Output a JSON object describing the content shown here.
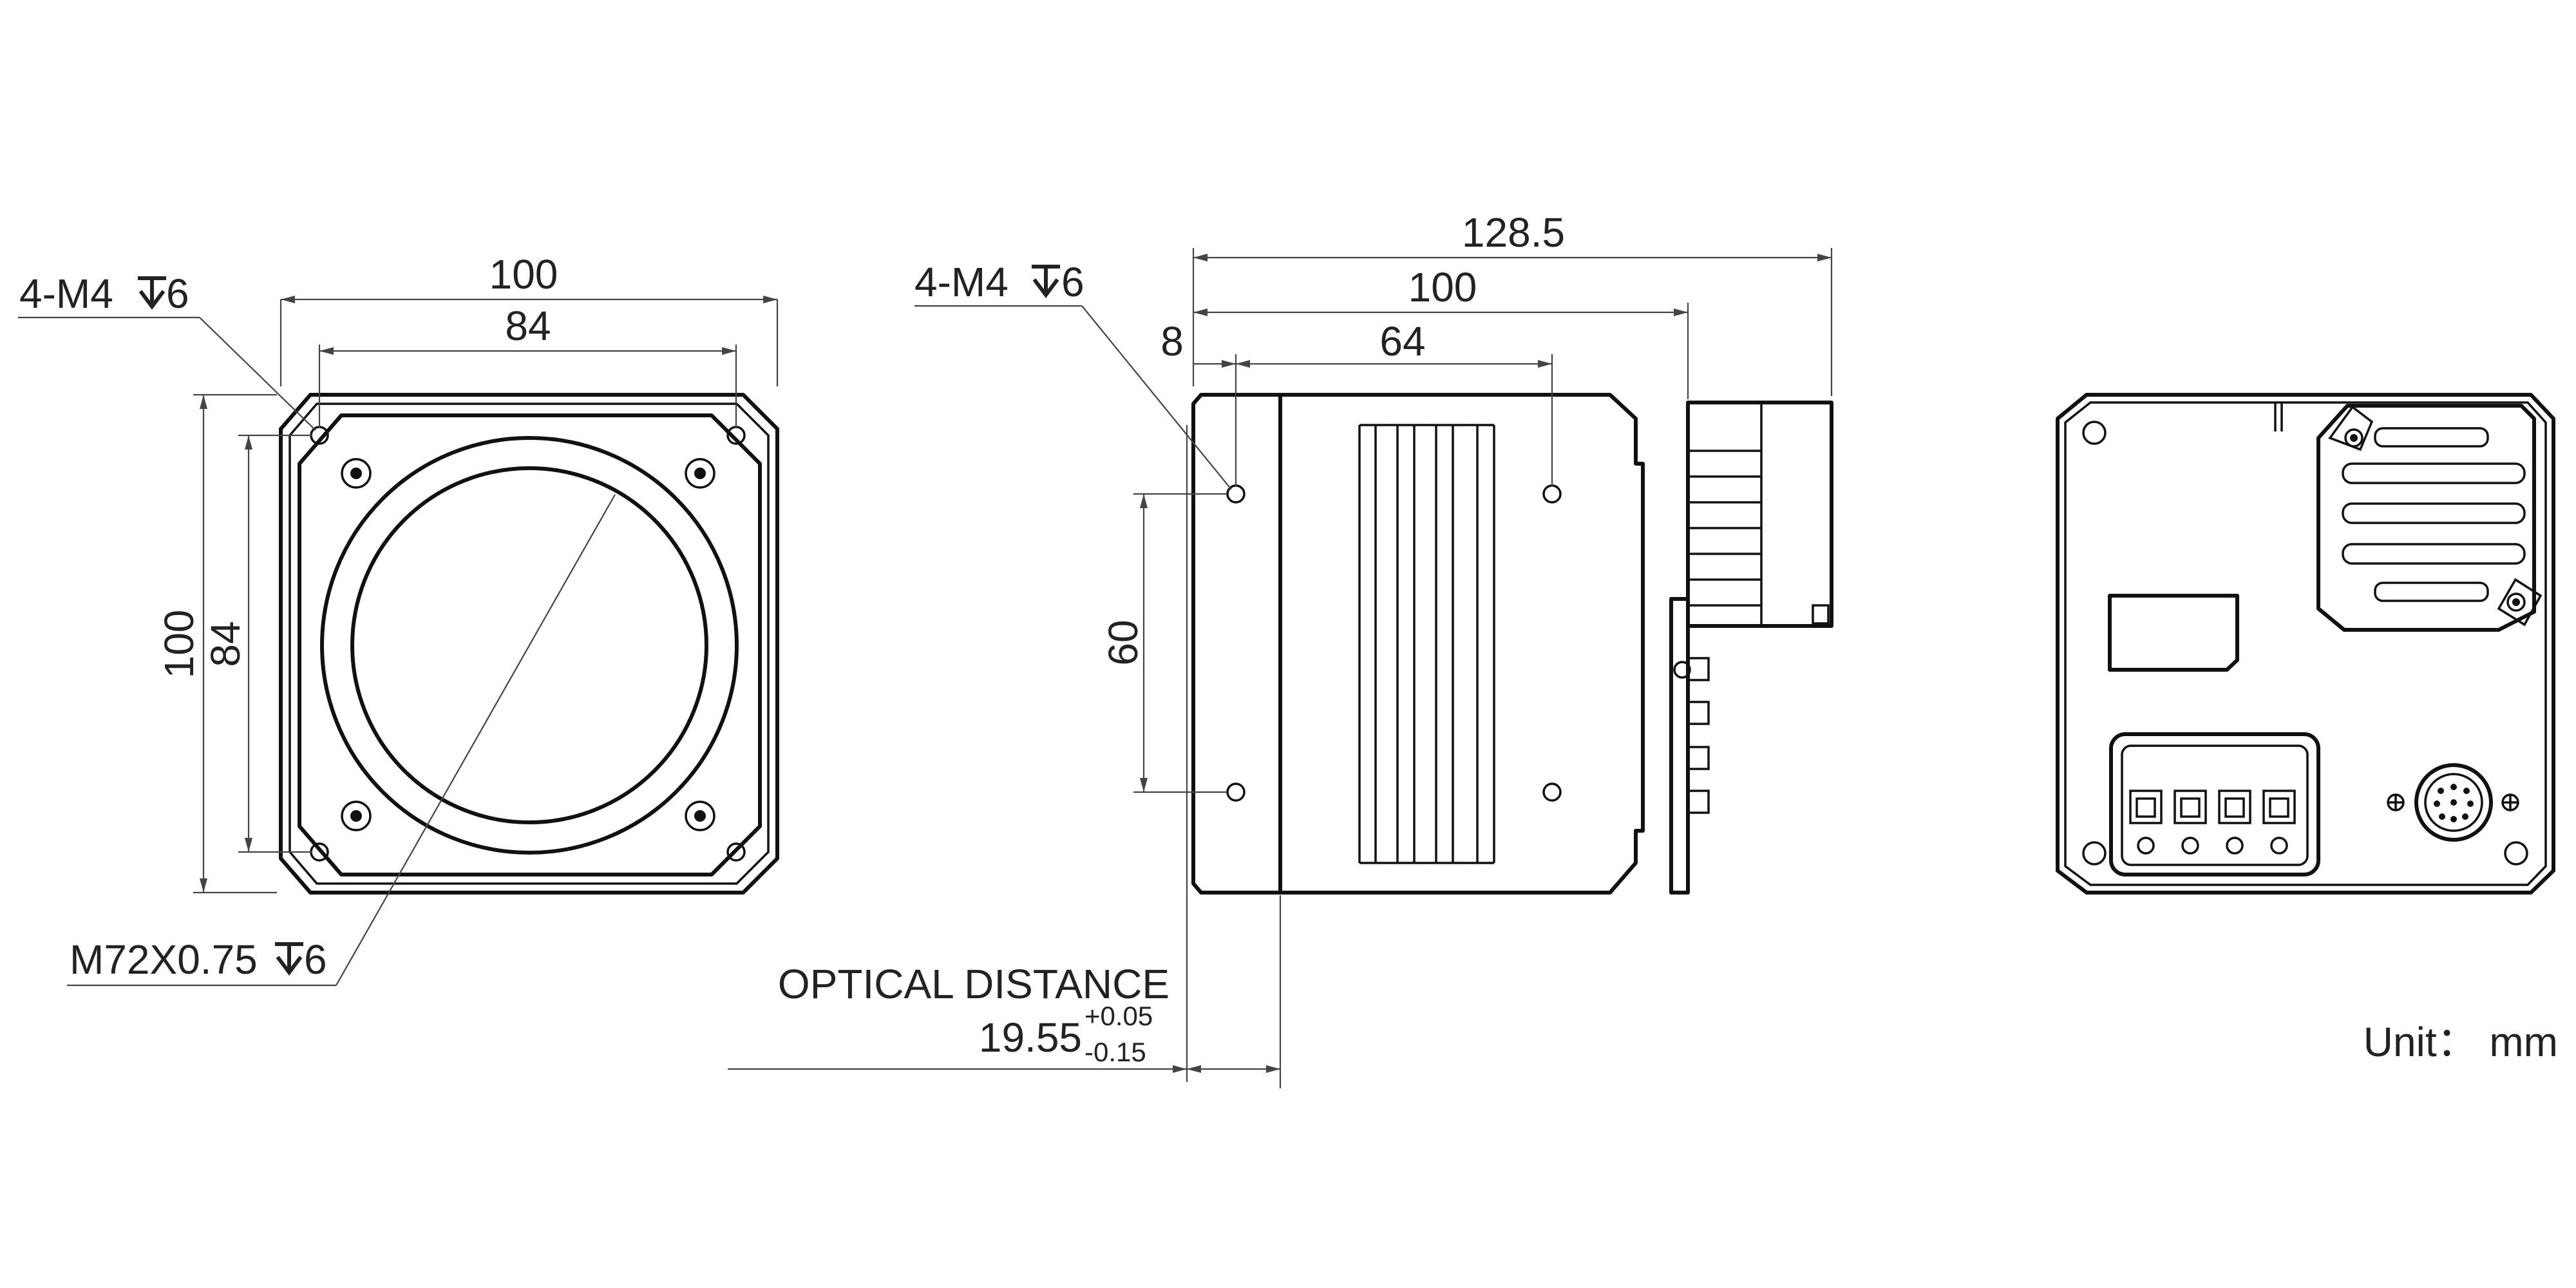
{
  "colors": {
    "line": "#111111",
    "dimension": "#444444",
    "text": "#222222",
    "background": "#ffffff"
  },
  "front_view": {
    "width_outer": "100",
    "width_inner": "84",
    "height_outer": "100",
    "height_inner": "84",
    "mount_hole_callout": "4-M4",
    "mount_hole_depth": "6",
    "lens_thread_callout": "M72X0.75",
    "lens_thread_depth": "6"
  },
  "side_view": {
    "total_length": "128.5",
    "body_length": "100",
    "offset": "8",
    "hole_spacing_h": "64",
    "hole_spacing_v": "60",
    "mount_hole_callout": "4-M4",
    "mount_hole_depth": "6",
    "optical_distance_label": "OPTICAL DISTANCE",
    "optical_distance_value": "19.55",
    "tolerance_plus": "+0.05",
    "tolerance_minus": "-0.15"
  },
  "rear_view": {},
  "unit_label": "Unit： mm",
  "icons": [
    "depth-symbol-icon",
    "connector-icon",
    "screw-icon"
  ]
}
